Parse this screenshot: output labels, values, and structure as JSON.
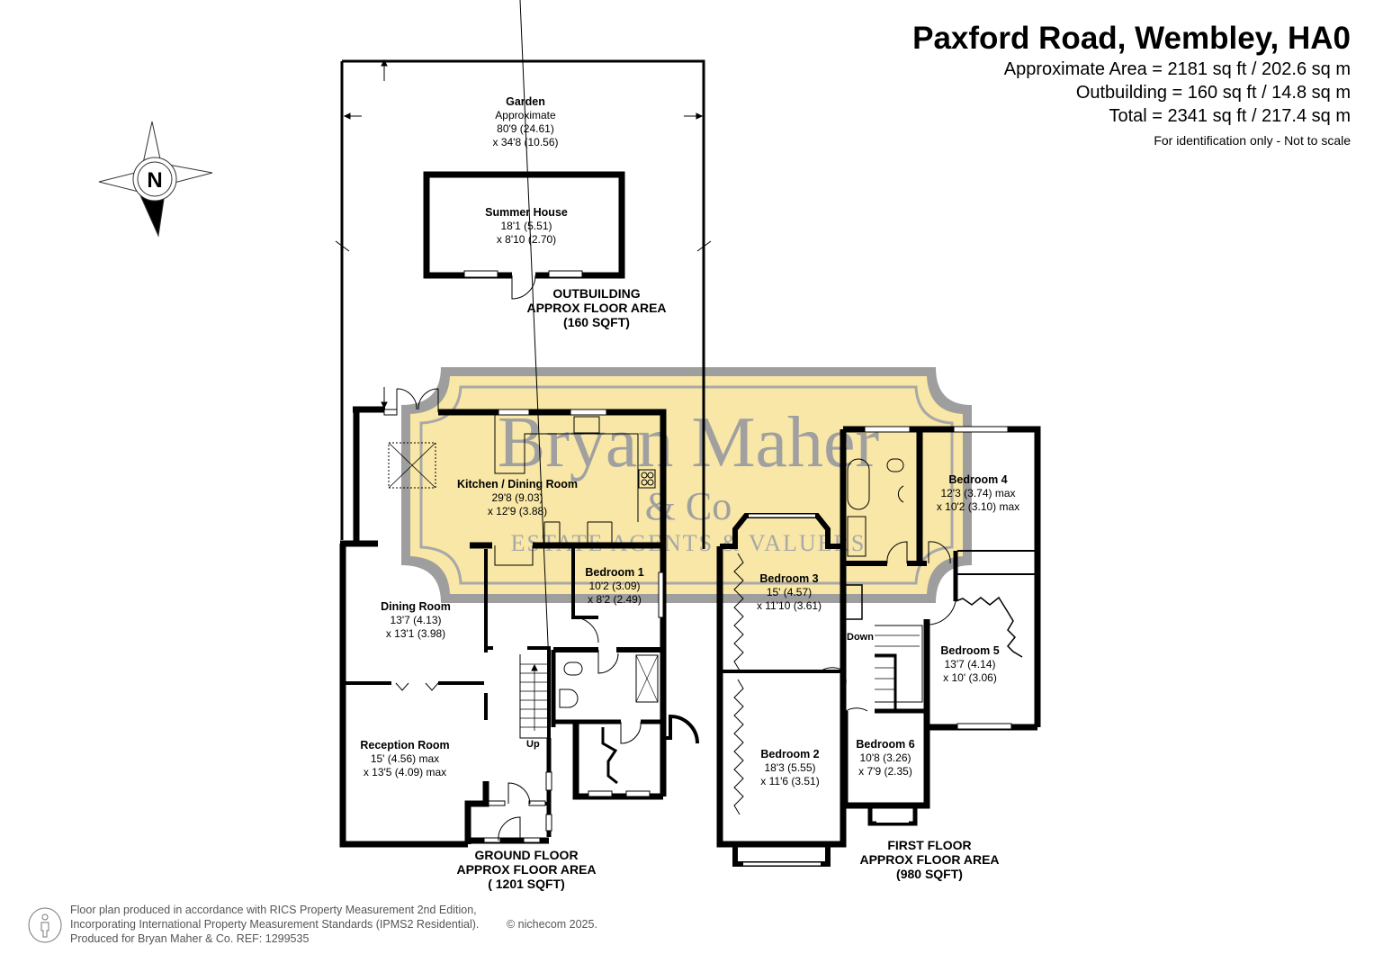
{
  "header": {
    "title": "Paxford Road, Wembley, HA0",
    "approximate_area": "Approximate Area = 2181 sq ft / 202.6 sq m",
    "outbuilding_area": "Outbuilding = 160 sq ft / 14.8 sq m",
    "total_area": "Total = 2341 sq ft / 217.4 sq m",
    "disclaimer": "For identification only - Not to scale"
  },
  "compass": {
    "label": "N",
    "icon": "north-compass-icon"
  },
  "watermark": {
    "line1": "Bryan Maher",
    "line2": "& Co",
    "line3": "ESTATE AGENTS & VALUERS",
    "fill_color": "#f8e7a6",
    "text_color": "#9a9a9a"
  },
  "garden": {
    "name": "Garden",
    "note": "Approximate",
    "dim1": "80'9 (24.61)",
    "dim2": "x 34'8 (10.56)"
  },
  "outbuilding": {
    "room": {
      "name": "Summer House",
      "dim1": "18'1 (5.51)",
      "dim2": "x 8'10 (2.70)"
    },
    "floor_label": [
      "OUTBUILDING",
      "APPROX FLOOR AREA",
      "(160 SQFT)"
    ]
  },
  "ground_floor": {
    "rooms": [
      {
        "name": "Kitchen / Dining Room",
        "dim1": "29'8 (9.03)",
        "dim2": "x 12'9 (3.88)"
      },
      {
        "name": "Bedroom 1",
        "dim1": "10'2 (3.09)",
        "dim2": "x 8'2 (2.49)"
      },
      {
        "name": "Dining Room",
        "dim1": "13'7 (4.13)",
        "dim2": "x 13'1 (3.98)"
      },
      {
        "name": "Reception Room",
        "dim1": "15' (4.56) max",
        "dim2": "x 13'5 (4.09) max"
      }
    ],
    "stairs_label": "Up",
    "floor_label": [
      "GROUND FLOOR",
      "APPROX FLOOR AREA",
      "( 1201 SQFT)"
    ]
  },
  "first_floor": {
    "rooms": [
      {
        "name": "Bedroom 4",
        "dim1": "12'3 (3.74) max",
        "dim2": "x 10'2 (3.10) max"
      },
      {
        "name": "Bedroom 3",
        "dim1": "15' (4.57)",
        "dim2": "x 11'10 (3.61)"
      },
      {
        "name": "Bedroom 5",
        "dim1": "13'7 (4.14)",
        "dim2": "x 10' (3.06)"
      },
      {
        "name": "Bedroom 2",
        "dim1": "18'3 (5.55)",
        "dim2": "x 11'6 (3.51)"
      },
      {
        "name": "Bedroom 6",
        "dim1": "10'8 (3.26)",
        "dim2": "x 7'9 (2.35)"
      }
    ],
    "stairs_label": "Down",
    "floor_label": [
      "FIRST FLOOR",
      "APPROX FLOOR AREA",
      "(980 SQFT)"
    ]
  },
  "footer": {
    "line1": "Floor plan produced in accordance with RICS Property Measurement 2nd Edition,",
    "line2": "Incorporating International Property Measurement Standards (IPMS2 Residential).",
    "line3": "Produced for Bryan Maher & Co.   REF:  1299535",
    "copyright": "© nichecom 2025."
  }
}
